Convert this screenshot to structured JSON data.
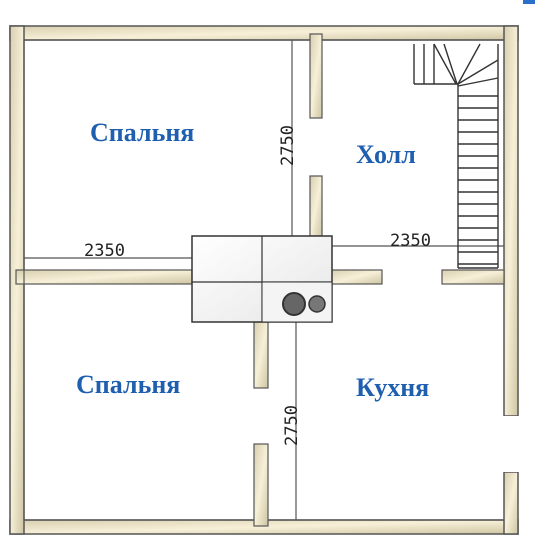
{
  "rooms": {
    "bedroom_top": "Спальня",
    "hall": "Холл",
    "bedroom_bottom": "Спальня",
    "kitchen": "Кухня"
  },
  "dimensions": {
    "top_vertical": "2750",
    "left_horizontal": "2350",
    "right_horizontal": "2350",
    "bottom_vertical": "2750"
  },
  "colors": {
    "wall_outline": "#555555",
    "wall_fill": "#efe3c0",
    "label": "#1f5fb0",
    "stove": "#555555"
  }
}
